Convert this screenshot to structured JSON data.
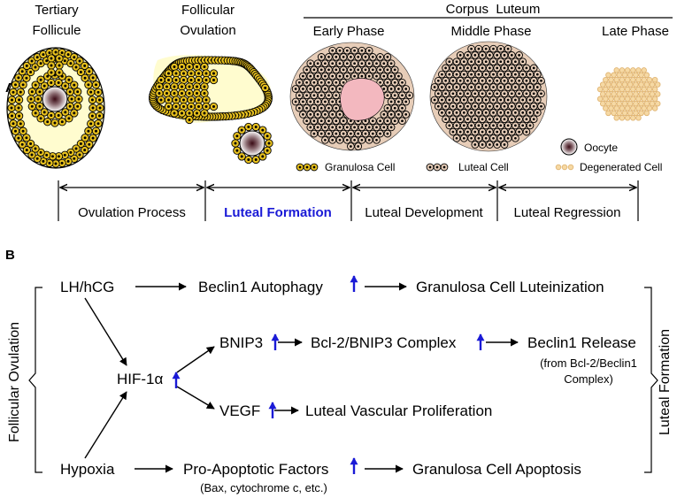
{
  "panel_a": {
    "label": "A",
    "stage_tertiary_line1": "Tertiary",
    "stage_tertiary_line2": "Follicule",
    "stage_follicular_line1": "Follicular",
    "stage_follicular_line2": "Ovulation",
    "corpus_luteum": "Corpus  Luteum",
    "early_phase": "Early Phase",
    "middle_phase": "Middle Phase",
    "late_phase": "Late Phase",
    "legend_oocyte": "Oocyte",
    "legend_granulosa": "Granulosa Cell",
    "legend_luteal": "Luteal Cell",
    "legend_degenerated": "Degenerated Cell",
    "process_ovulation": "Ovulation Process",
    "process_luteal_formation": "Luteal Formation",
    "process_luteal_development": "Luteal Development",
    "process_luteal_regression": "Luteal Regression"
  },
  "panel_b": {
    "label": "B",
    "lh_hcg": "LH/hCG",
    "beclin1_autophagy": "Beclin1 Autophagy",
    "granulosa_luteinization": "Granulosa Cell Luteinization",
    "hif1a": "HIF-1α",
    "bnip3": "BNIP3",
    "bcl2_bnip3": "Bcl-2/BNIP3 Complex",
    "beclin1_release": "Beclin1 Release",
    "beclin1_release_note_line1": "(from Bcl-2/Beclin1",
    "beclin1_release_note_line2": "Complex)",
    "vegf": "VEGF",
    "vascular_proliferation": "Luteal Vascular Proliferation",
    "hypoxia": "Hypoxia",
    "pro_apoptotic": "Pro-Apoptotic Factors",
    "pro_apoptotic_note": "(Bax, cytochrome c, etc.)",
    "granulosa_apoptosis": "Granulosa Cell Apoptosis",
    "side_left": "Follicular Ovulation",
    "side_right": "Luteal Formation"
  },
  "colors": {
    "highlight_text": "#1a1ad6",
    "up_arrow": "#1a1ad6",
    "granulosa_fill": "#e8c11e",
    "luteal_fill": "#e7cdb8",
    "degenerated_fill": "#f6d9a4",
    "antrum_fill": "#fffccf",
    "luteal_center_fill": "#f3b8bf"
  }
}
